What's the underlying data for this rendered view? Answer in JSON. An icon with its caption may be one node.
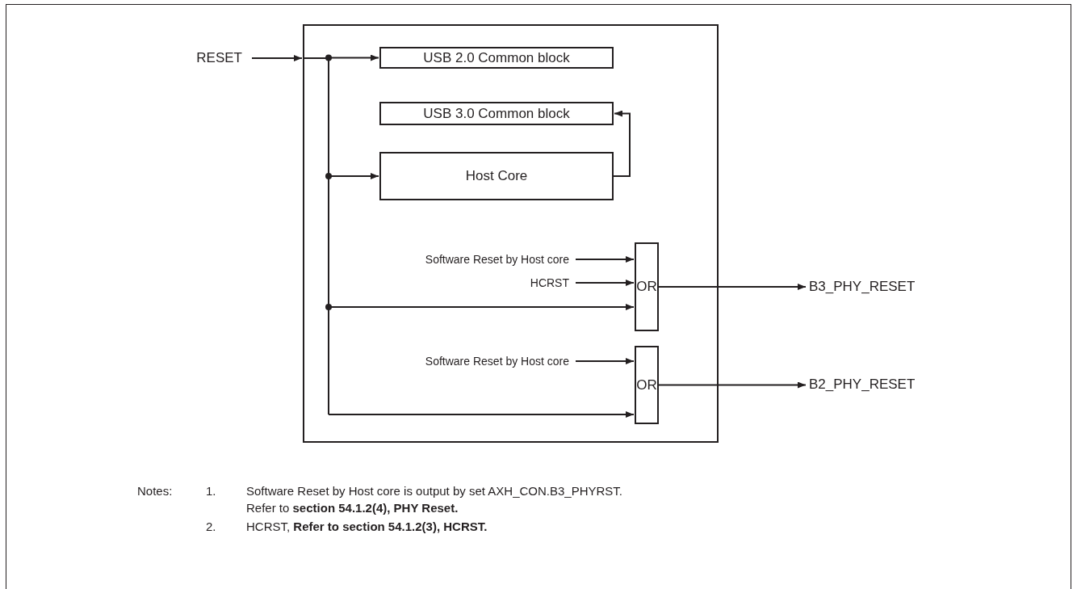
{
  "diagram": {
    "nodes": [
      {
        "text": [],
        "shape": "box"
      },
      {
        "text": [
          "RESET"
        ]
      },
      {
        "text": [
          "USB 2.0 Common block"
        ],
        "in": 0
      },
      {
        "text": [
          "USB 3.0 Common block"
        ],
        "in": 0
      },
      {
        "text": [
          "Host Core"
        ],
        "in": 0
      },
      {
        "text": [
          "Software Reset by Host core"
        ],
        "in": 0
      },
      {
        "text": [
          "HCRST"
        ],
        "in": 0
      },
      {
        "text": [
          "OR"
        ],
        "in": 0
      },
      {
        "text": [
          "Software Reset by Host core"
        ],
        "in": 0
      },
      {
        "text": [
          "OR"
        ],
        "in": 0
      },
      {
        "text": [
          "B3_PHY_RESET"
        ]
      },
      {
        "text": [
          "B2_PHY_RESET"
        ]
      }
    ],
    "edges": [
      {
        "from": 1,
        "to": 2,
        "arrow": "to"
      },
      {
        "from": 1,
        "to": 4,
        "arrow": "to"
      },
      {
        "from": 1,
        "to": 7,
        "arrow": "to"
      },
      {
        "from": 1,
        "to": 9,
        "arrow": "to"
      },
      {
        "from": 4,
        "to": 3,
        "arrow": "to"
      },
      {
        "from": 5,
        "to": 7,
        "arrow": "to"
      },
      {
        "from": 6,
        "to": 7,
        "arrow": "to"
      },
      {
        "from": 8,
        "to": 9,
        "arrow": "to"
      },
      {
        "from": 7,
        "to": 10,
        "arrow": "to"
      },
      {
        "from": 9,
        "to": 11,
        "arrow": "to"
      }
    ],
    "labels": [
      "Notes:",
      "1.",
      "Software Reset by Host core is output by set AXH_CON.B3_PHYRST. Refer to **section 54.1.2(4), PHY Reset.**",
      "2.",
      "HCRST, **Refer to section 54.1.2(3), HCRST.**"
    ]
  }
}
